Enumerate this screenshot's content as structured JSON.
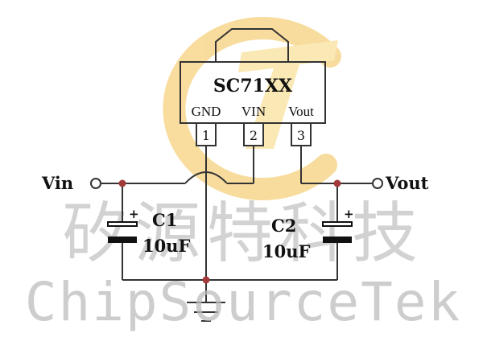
{
  "chip": {
    "name": "SC71XX",
    "pin_names": [
      "GND",
      "VIN",
      "Vout"
    ],
    "pin_numbers": [
      "1",
      "2",
      "3"
    ]
  },
  "terminals": {
    "input": "Vin",
    "output": "Vout"
  },
  "capacitors": [
    {
      "ref": "C1",
      "value": "10uF",
      "polarity_mark": "+"
    },
    {
      "ref": "C2",
      "value": "10uF",
      "polarity_mark": "+"
    }
  ],
  "watermark": {
    "chinese": "矽源特科技",
    "english": "ChipSourceTek",
    "logo_letters": "CT"
  },
  "colors": {
    "wire": "#333333",
    "junction": "#a33a3a",
    "logo_gold": "#f2c14e",
    "watermark_gray": "#c8c8c8",
    "capacitor_plate": "#111111"
  }
}
